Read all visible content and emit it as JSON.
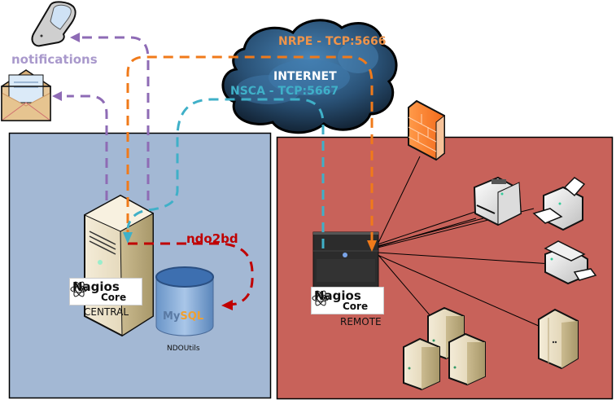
{
  "diagram": {
    "title": "Nagios distributed monitoring architecture",
    "zones": {
      "central_zone": {
        "label": "CENTRAL",
        "color": "#a3b8d4"
      },
      "remote_zone": {
        "label": "REMOTE",
        "color": "#c8625a"
      }
    },
    "labels": {
      "notifications": "notifications",
      "internet": "INTERNET",
      "nrpe": "NRPE - TCP:5666",
      "nsca": "NSCA - TCP:5667",
      "ndo2bd": "ndo2bd",
      "central": "CENTRAL",
      "remote": "REMOTE",
      "ndoutils": "NDOUtils",
      "mysql": "MySQL"
    },
    "nagios_logo": {
      "brand": "Nagios",
      "product": "Core",
      "registered": "®",
      "tm": "™"
    },
    "connections": [
      {
        "name": "notifications-to-phone",
        "from": "central",
        "to": "mobile-phone",
        "color": "#8e6bb5"
      },
      {
        "name": "notifications-to-email",
        "from": "central",
        "to": "email",
        "color": "#8e6bb5"
      },
      {
        "name": "nrpe",
        "from": "central",
        "to": "remote",
        "color": "#f07a1a"
      },
      {
        "name": "nsca",
        "from": "remote",
        "to": "central",
        "color": "#3fb0c8"
      },
      {
        "name": "ndo2bd",
        "from": "central",
        "to": "ndoutils-db",
        "color": "#c00000"
      }
    ],
    "devices": {
      "notification_targets": [
        "mobile-phone",
        "email"
      ],
      "central": [
        "central-server",
        "mysql-database"
      ],
      "remote": [
        "remote-server",
        "firewall",
        "printer-large",
        "printer-small",
        "scanner",
        "server-cluster",
        "tower-server"
      ]
    }
  }
}
